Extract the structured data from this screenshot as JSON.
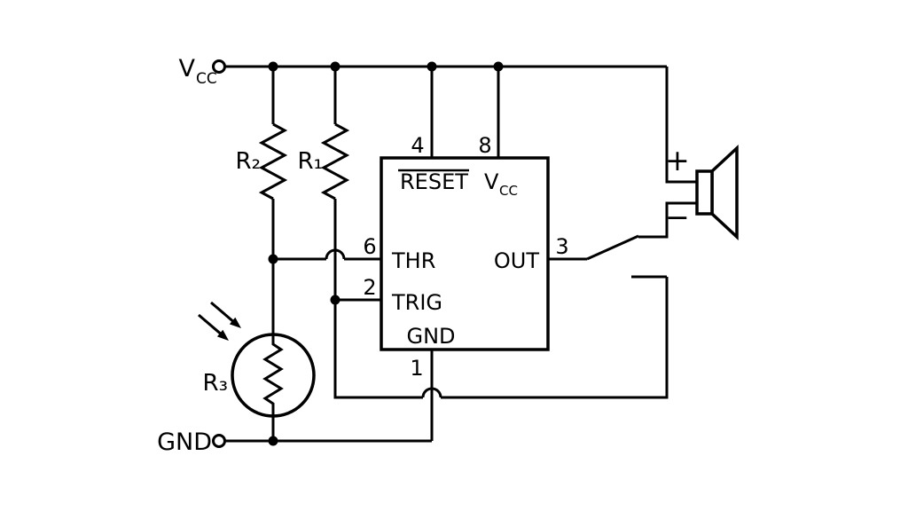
{
  "labels": {
    "vcc_main": "V",
    "vcc_sub": "CC",
    "gnd": "GND",
    "r1": "R₁",
    "r2": "R₂",
    "r3": "R₃",
    "plus": "+",
    "minus": "−"
  },
  "ic": {
    "pin4": "4",
    "pin8": "8",
    "pin6": "6",
    "pin2": "2",
    "pin3": "3",
    "pin1": "1",
    "reset": "RESET",
    "vcc_main": "V",
    "vcc_sub": "CC",
    "thr": "THR",
    "trig": "TRIG",
    "out": "OUT",
    "gnd": "GND"
  },
  "colors": {
    "ink": "#000000",
    "paper": "#ffffff"
  }
}
